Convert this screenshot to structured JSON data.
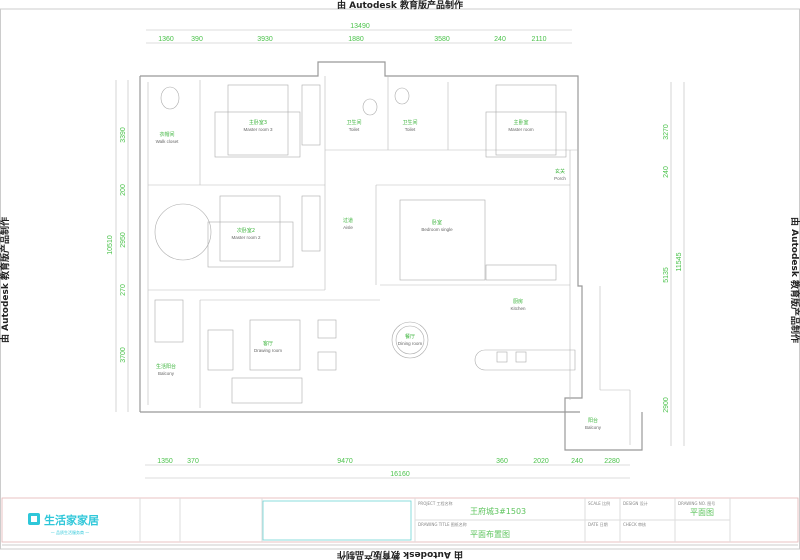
{
  "watermark": "由 Autodesk 教育版产品制作",
  "dimensions": {
    "top_total": "13490",
    "top": [
      "1360",
      "390",
      "3930",
      "1880",
      "3580",
      "240",
      "2110"
    ],
    "bottom_total": "16160",
    "bottom": [
      "1350",
      "370",
      "9470",
      "360",
      "2020",
      "240",
      "2280"
    ],
    "left_total": "10510",
    "left": [
      "3390",
      "200",
      "2950",
      "270",
      "3700"
    ],
    "right_total": "11545",
    "right": [
      "3270",
      "240",
      "5135",
      "2900"
    ]
  },
  "rooms": [
    {
      "zh": "衣帽间",
      "en": "Walk closet"
    },
    {
      "zh": "主卧室3",
      "en": "Master room 3"
    },
    {
      "zh": "卫生间",
      "en": "Toilet"
    },
    {
      "zh": "卫生间",
      "en": "Toilet"
    },
    {
      "zh": "主卧室",
      "en": "Master room"
    },
    {
      "zh": "次卧室2",
      "en": "Master room 2"
    },
    {
      "zh": "过道",
      "en": "Aisle"
    },
    {
      "zh": "卧室",
      "en": "Bedroom single"
    },
    {
      "zh": "厨房",
      "en": "Kitchen"
    },
    {
      "zh": "餐厅",
      "en": "Dining room"
    },
    {
      "zh": "客厅",
      "en": "Drawing room"
    },
    {
      "zh": "生活阳台",
      "en": "Balcony"
    },
    {
      "zh": "阳台",
      "en": "Balcony"
    },
    {
      "zh": "玄关",
      "en": "Porch"
    }
  ],
  "title_block": {
    "logo": "生活家家居",
    "slogan": "— 品质生活服务商 —",
    "project_label": "PROJECT 工程名称",
    "project": "王府城3#1503",
    "drawing_label": "DRAWING TITLE 图纸名称",
    "drawing": "平面布置图",
    "scale_label": "SCALE 比例",
    "date_label": "DATE 日期",
    "number_label": "DRAWING NO. 图号",
    "number": "平面图",
    "design_label": "DESIGN 设计",
    "check_label": "CHECK 审核"
  }
}
